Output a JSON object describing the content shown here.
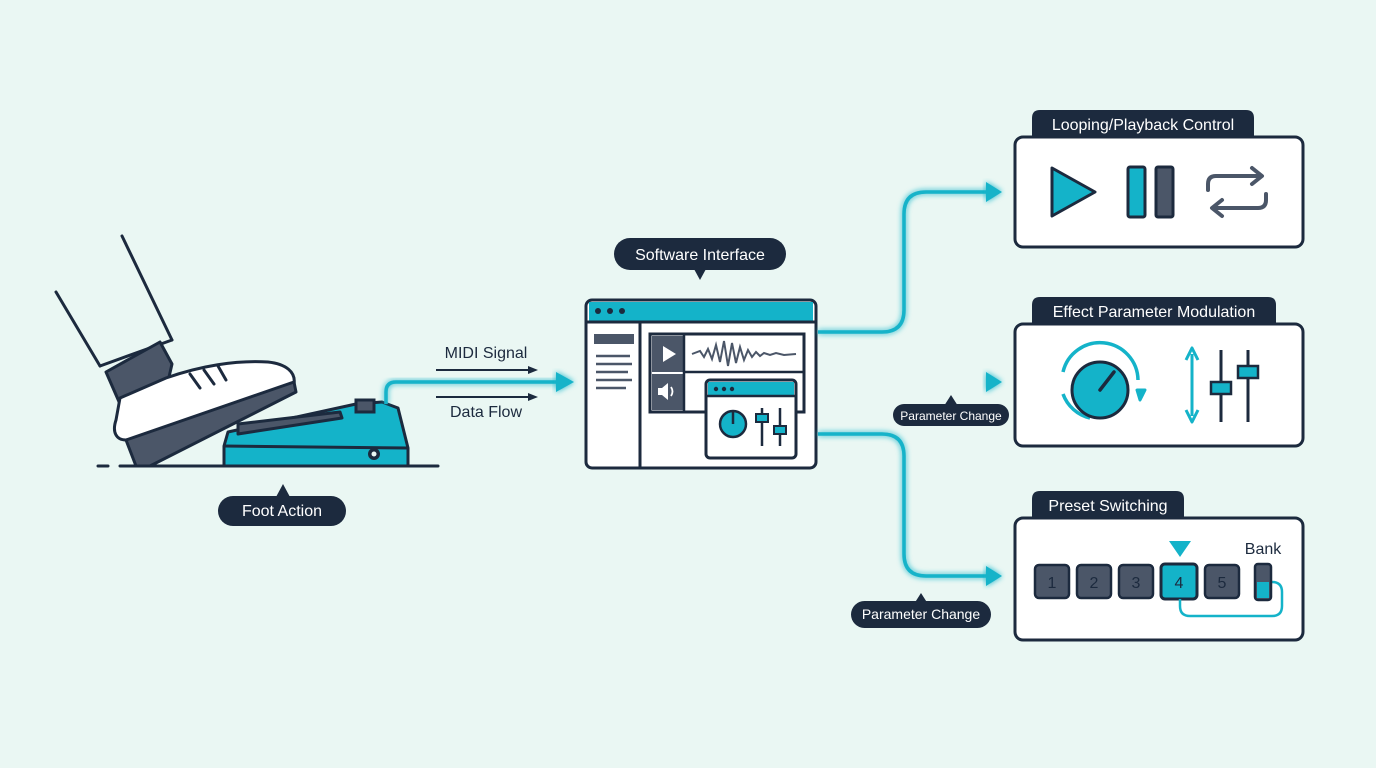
{
  "labels": {
    "foot_action": "Foot Action",
    "software_interface": "Software Interface",
    "midi_signal": "MIDI Signal",
    "data_flow": "Data Flow",
    "parameter_change_1": "Parameter Change",
    "parameter_change_2": "Parameter Change"
  },
  "panels": {
    "looping": {
      "title": "Looping/Playback Control"
    },
    "effect": {
      "title": "Effect Parameter Modulation"
    },
    "preset": {
      "title": "Preset Switching",
      "bank_label": "Bank",
      "presets": [
        "1",
        "2",
        "3",
        "4",
        "5"
      ],
      "selected": "4"
    }
  },
  "colors": {
    "background": "#eaf7f3",
    "dark": "#1c2a3e",
    "accent": "#14b3c9",
    "gray": "#4b5668"
  },
  "icons": [
    "shoe-icon",
    "pedal-icon",
    "software-window-icon",
    "play-icon",
    "pause-icon",
    "loop-icon",
    "knob-icon",
    "fader-icon"
  ]
}
